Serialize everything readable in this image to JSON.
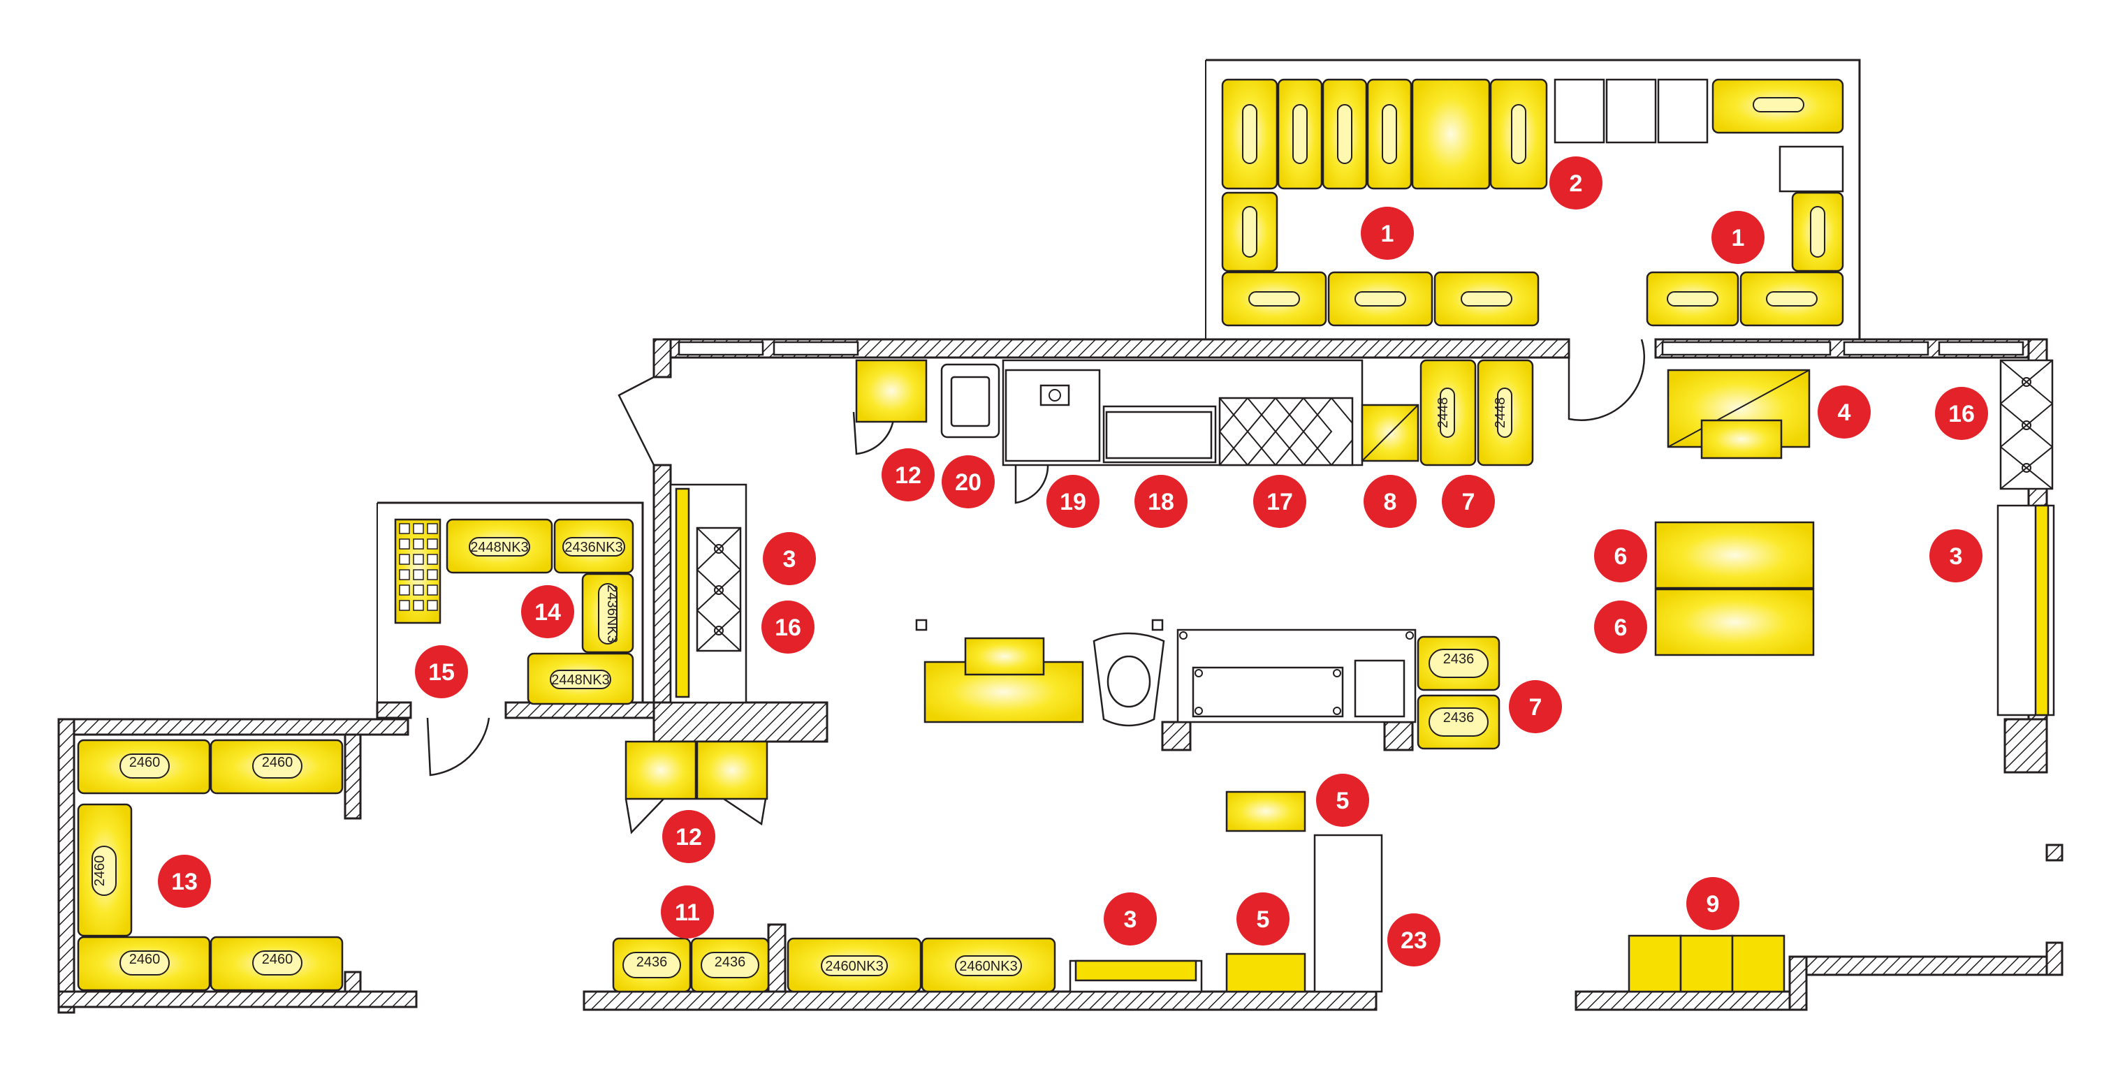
{
  "unit_labels": {
    "u2448nk3": "2448NK3",
    "u2436nk3": "2436NK3",
    "u2460nk3": "2460NK3",
    "u2448": "2448",
    "u2436": "2436",
    "u2460": "2460",
    "u2436nk": "2436NK3"
  },
  "markers": [
    {
      "id": "m1a",
      "number": "1"
    },
    {
      "id": "m1b",
      "number": "1"
    },
    {
      "id": "m2",
      "number": "2"
    },
    {
      "id": "m3a",
      "number": "3"
    },
    {
      "id": "m3b",
      "number": "3"
    },
    {
      "id": "m3c",
      "number": "3"
    },
    {
      "id": "m4",
      "number": "4"
    },
    {
      "id": "m5a",
      "number": "5"
    },
    {
      "id": "m5b",
      "number": "5"
    },
    {
      "id": "m6a",
      "number": "6"
    },
    {
      "id": "m6b",
      "number": "6"
    },
    {
      "id": "m7a",
      "number": "7"
    },
    {
      "id": "m7b",
      "number": "7"
    },
    {
      "id": "m8",
      "number": "8"
    },
    {
      "id": "m9",
      "number": "9"
    },
    {
      "id": "m11",
      "number": "11"
    },
    {
      "id": "m12a",
      "number": "12"
    },
    {
      "id": "m12b",
      "number": "12"
    },
    {
      "id": "m13",
      "number": "13"
    },
    {
      "id": "m14",
      "number": "14"
    },
    {
      "id": "m15",
      "number": "15"
    },
    {
      "id": "m16a",
      "number": "16"
    },
    {
      "id": "m16b",
      "number": "16"
    },
    {
      "id": "m17",
      "number": "17"
    },
    {
      "id": "m18",
      "number": "18"
    },
    {
      "id": "m19",
      "number": "19"
    },
    {
      "id": "m20",
      "number": "20"
    },
    {
      "id": "m23",
      "number": "23"
    }
  ],
  "colors": {
    "equipment_yellow": "#f7e000",
    "marker_red": "#e4222a",
    "line": "#231f20"
  }
}
